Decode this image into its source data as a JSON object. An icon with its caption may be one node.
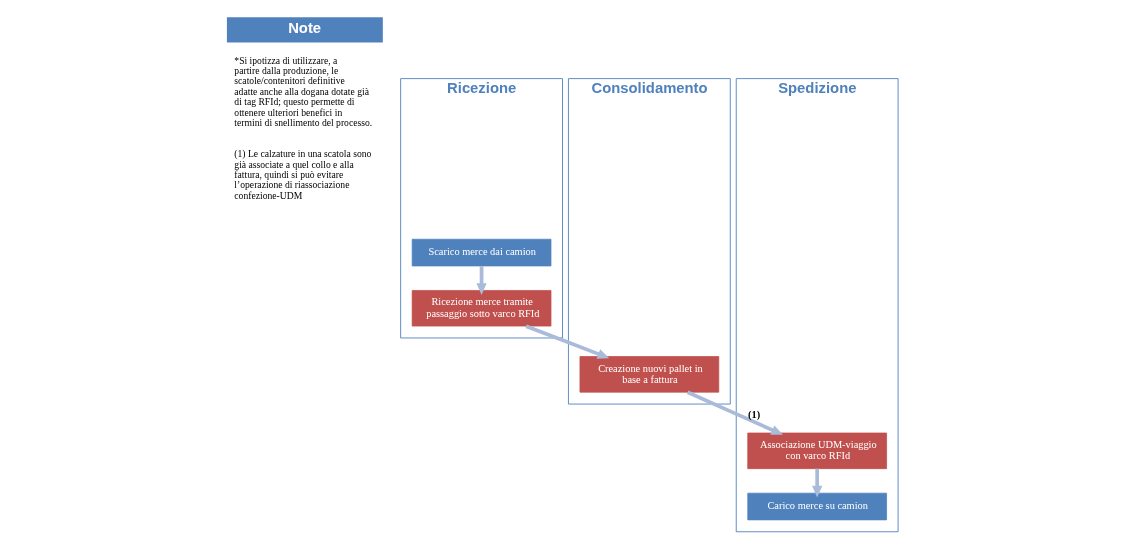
{
  "diagram": {
    "nodes": [
      {
        "text": [
          "Note",
          "*Si ipotizza di utilizzare, a partire dalla produzione, le scatole/contenitori definitive adatte anche alla dogana dotate già di tag RFId; questo permette di ottenere ulteriori benefici in termini di snellimento del processo.",
          "(1) Le calzature in una scatola sono già associate a quel collo e alla fattura, quindi si può evitare l’operazione di riassociazione confezione-UDM"
        ]
      },
      {
        "text": [
          "Ricezione"
        ]
      },
      {
        "text": [
          "Consolidamento"
        ]
      },
      {
        "text": [
          "Spedizione"
        ]
      },
      {
        "text": [
          "Scarico merce dai camion"
        ],
        "in": 1
      },
      {
        "text": [
          "Ricezione merce tramite passaggio sotto varco RFId"
        ],
        "in": 1
      },
      {
        "text": [
          "Creazione nuovi pallet in base a fattura"
        ],
        "in": 2
      },
      {
        "text": [
          "Associazione UDM-viaggio con varco RFId"
        ],
        "in": 3
      },
      {
        "text": [
          "Carico merce su camion"
        ],
        "in": 3
      }
    ],
    "edges": [
      {
        "from": 4,
        "to": 5,
        "arrow": "to"
      },
      {
        "from": 5,
        "to": 6,
        "arrow": "to"
      },
      {
        "from": 6,
        "to": 7,
        "arrow": "to",
        "label": "(1)"
      },
      {
        "from": 7,
        "to": 8,
        "arrow": "to"
      }
    ]
  }
}
